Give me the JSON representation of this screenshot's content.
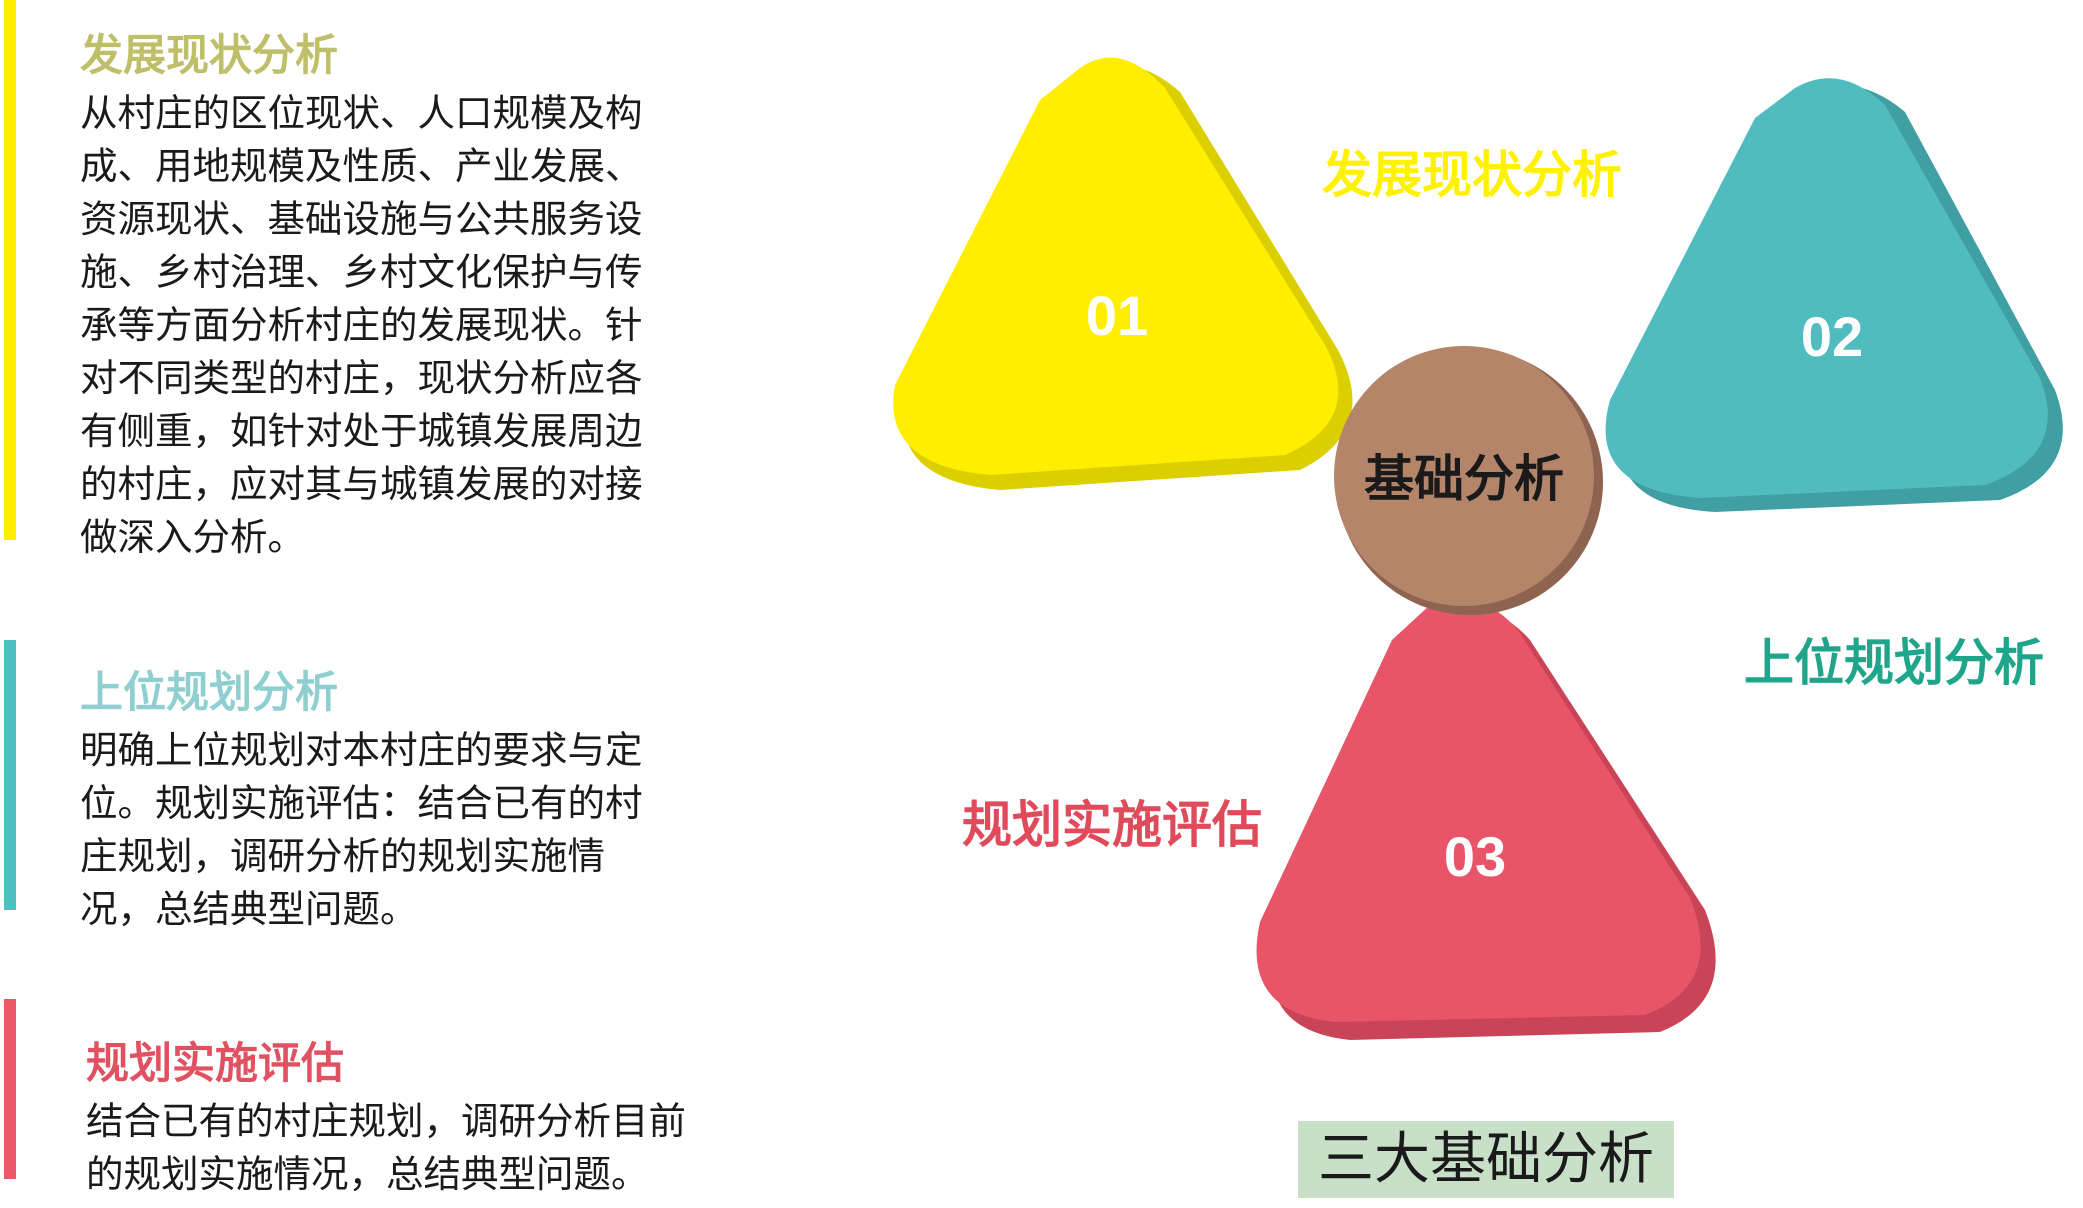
{
  "sections": [
    {
      "title": "发展现状分析",
      "body": "从村庄的区位现状、人口规模及构\n成、用地规模及性质、产业发展、\n资源现状、基础设施与公共服务设\n施、乡村治理、乡村文化保护与传\n承等方面分析村庄的发展现状。针\n对不同类型的村庄，现状分析应各\n有侧重，如针对处于城镇发展周边\n的村庄，应对其与城镇发展的对接\n做深入分析。",
      "bar_color": "#ffee00",
      "title_color": "#bfbf6a"
    },
    {
      "title": "上位规划分析",
      "body": "明确上位规划对本村庄的要求与定\n位。规划实施评估：结合已有的村\n庄规划，调研分析的规划实施情\n况，总结典型问题。",
      "bar_color": "#4fbfbf",
      "title_color": "#8fcfd0"
    },
    {
      "title": "规划实施评估",
      "body": "结合已有的村庄规划，调研分析目前\n的规划实施情况，总结典型问题。",
      "bar_color": "#e85868",
      "title_color": "#e05262"
    }
  ],
  "diagram": {
    "center_label": "基础分析",
    "center_color": "#b5856a",
    "triangles": [
      {
        "number": "01",
        "color": "#ffee00",
        "shadow": "#dccf00"
      },
      {
        "number": "02",
        "color": "#50bcc0",
        "shadow": "#3f9fa3"
      },
      {
        "number": "03",
        "color": "#e85468",
        "shadow": "#c94456"
      }
    ],
    "labels": [
      {
        "text": "发展现状分析",
        "color": "#fff200"
      },
      {
        "text": "上位规划分析",
        "color": "#1fa68a"
      },
      {
        "text": "规划实施评估",
        "color": "#e04b5b"
      }
    ]
  },
  "caption": "三大基础分析"
}
